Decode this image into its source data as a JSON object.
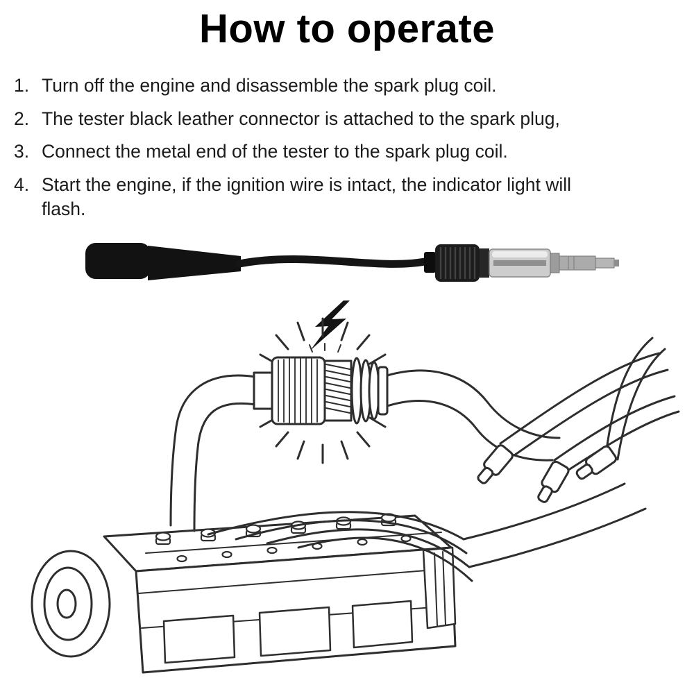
{
  "title": "How to operate",
  "steps": [
    {
      "num": "1.",
      "text": "Turn off the engine and disassemble the spark plug coil."
    },
    {
      "num": "2.",
      "text": "The tester black leather connector is attached to the spark plug,"
    },
    {
      "num": "3.",
      "text": "Connect the metal end of the tester to the spark plug coil."
    },
    {
      "num": "4.",
      "text": "Start the engine, if the ignition wire is intact, the indicator light will flash."
    }
  ],
  "colors": {
    "background": "#ffffff",
    "heading_text": "#000000",
    "body_text": "#1b1b1b",
    "line_art": "#2e2e2e",
    "tool_black": "#121212",
    "tool_metal": "#ababab",
    "tool_clear_body": "#cdcdcd"
  }
}
